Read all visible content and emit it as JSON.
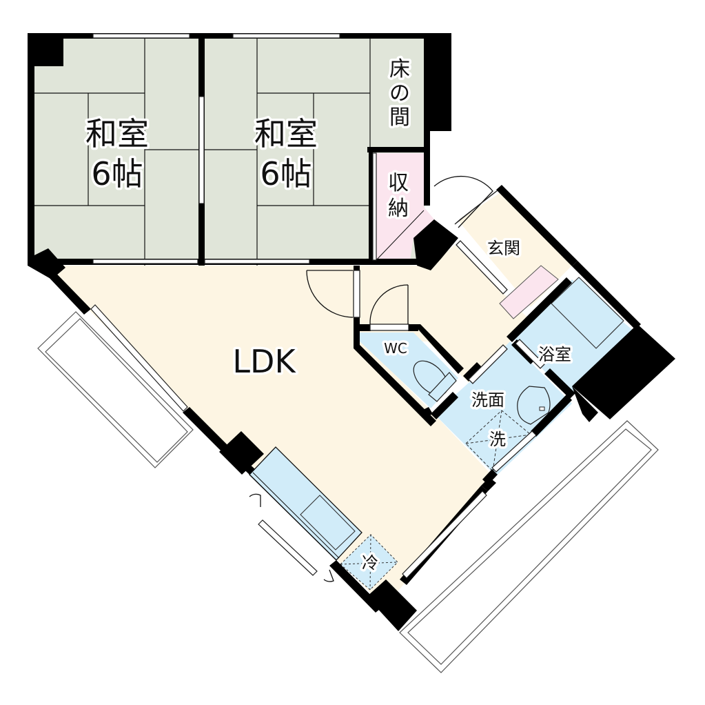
{
  "plan": {
    "colors": {
      "tatami": "#e0e5d9",
      "ldk_floor": "#fdf5e3",
      "wet_area": "#d1ecf9",
      "storage": "#fbe5ee",
      "wall": "#000000",
      "background": "#ffffff"
    },
    "rooms": [
      {
        "id": "washitsu-1",
        "name": "和室",
        "size": "6帖"
      },
      {
        "id": "washitsu-2",
        "name": "和室",
        "size": "6帖"
      },
      {
        "id": "tokonoma",
        "name_lines": [
          "床",
          "の",
          "間"
        ]
      },
      {
        "id": "shuno",
        "name_lines": [
          "収",
          "納"
        ]
      },
      {
        "id": "genkan",
        "name": "玄関"
      },
      {
        "id": "ldk",
        "name": "LDK"
      },
      {
        "id": "wc",
        "name": "WC"
      },
      {
        "id": "yokushitsu",
        "name": "浴室"
      },
      {
        "id": "senmen",
        "name": "洗面"
      }
    ],
    "fixtures": {
      "washer": "洗",
      "fridge": "冷"
    }
  }
}
